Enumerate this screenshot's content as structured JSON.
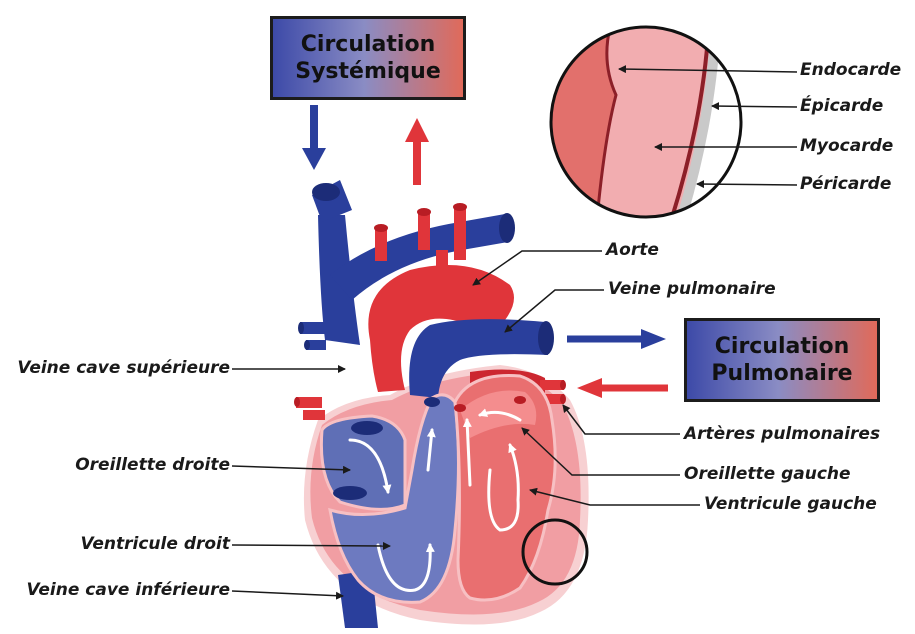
{
  "boxes": {
    "systemic": {
      "line1": "Circulation",
      "line2": "Systémique"
    },
    "pulmonary": {
      "line1": "Circulation",
      "line2": "Pulmonaire"
    }
  },
  "labels": {
    "endocarde": "Endocarde",
    "epicarde": "Épicarde",
    "myocarde": "Myocarde",
    "pericarde": "Péricarde",
    "aorte": "Aorte",
    "veine_pulmonaire": "Veine pulmonaire",
    "veine_cave_superieure": "Veine cave supérieure",
    "oreillette_droite": "Oreillette droite",
    "ventricule_droit": "Ventricule droit",
    "veine_cave_inferieure": "Veine cave inférieure",
    "arteres_pulmonaires": "Artères pulmonaires",
    "oreillette_gauche": "Oreillette gauche",
    "ventricule_gauche": "Ventricule gauche"
  },
  "colors": {
    "deoxygenated": "#2a3f9c",
    "oxygenated": "#e0353a",
    "tissue_pink": "#f0a3a6",
    "outline": "#1a1a1a"
  }
}
